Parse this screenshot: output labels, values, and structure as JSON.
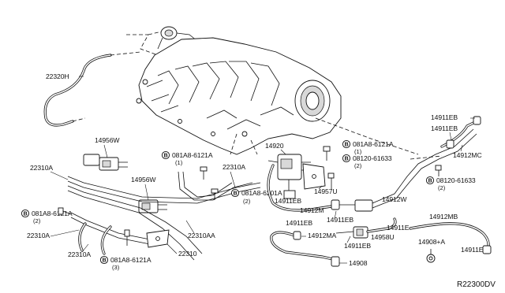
{
  "labels": {
    "p22320H": "22320H",
    "p14956W_a": "14956W",
    "p14956W_b": "14956W",
    "p22310A_left": "22310A",
    "p22310A_lower": "22310A",
    "p22310A_mid": "22310A",
    "p22310A_mid2": "22310A",
    "p22310AA": "22310AA",
    "p22310": "22310",
    "p14920": "14920",
    "p14957U": "14957U",
    "p14912M": "14912M",
    "p14912MA": "14912MA",
    "p14911EB_1": "14911EB",
    "p14911EB_2": "14911EB",
    "p14911EB_3": "14911EB",
    "p14911EB_4": "14911EB",
    "p14911EB_5": "14911EB",
    "p14911EB_6": "14911EB",
    "p14912MC": "14912MC",
    "p14912W": "14912W",
    "p14912MB": "14912MB",
    "p14911E_1": "14911E",
    "p14911E_2": "14911E",
    "p14958U": "14958U",
    "p14908": "14908",
    "p14908A": "14908+A"
  },
  "bolts": {
    "b1_code": "081A8-6121A",
    "b1_qty": "(1)",
    "b2_code": "081A8-6121A",
    "b2_qty": "(2)",
    "b3_code": "081A8-6121A",
    "b3_qty": "(3)",
    "b4_code": "081A8-6201A",
    "b4_qty": "(2)",
    "b5_code": "081A8-6121A",
    "b5_qty": "(1)",
    "b6_code": "08120-61633",
    "b6_qty": "(2)",
    "b7_code": "08120-61633",
    "b7_qty": "(2)",
    "marker": "B"
  },
  "ref_code": "R22300DV"
}
